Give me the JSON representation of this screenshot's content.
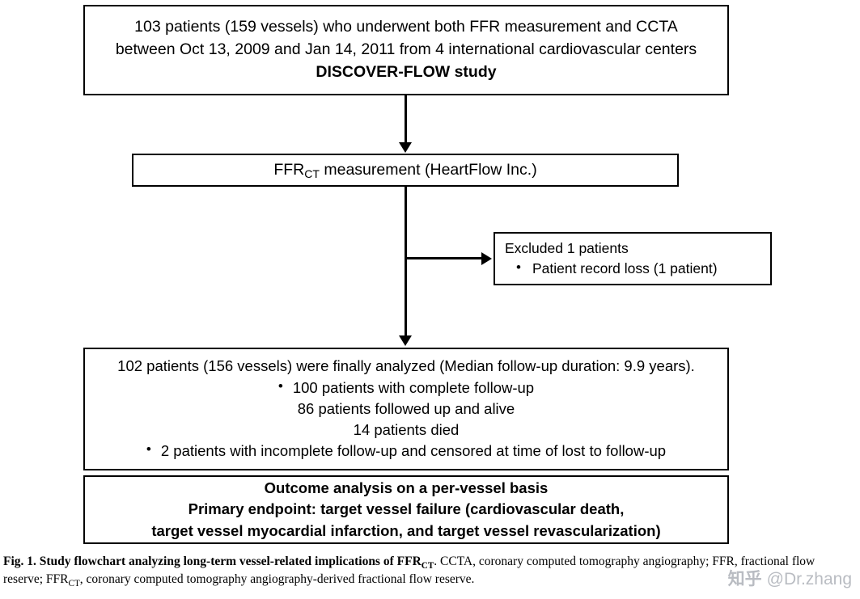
{
  "figure": {
    "box1": {
      "line1": "103 patients (159 vessels) who underwent both FFR measurement and CCTA",
      "line2": "between Oct 13, 2009 and Jan 14, 2011 from 4 international cardiovascular centers",
      "line3": "DISCOVER-FLOW study"
    },
    "box2": {
      "prefix": "FFR",
      "subscript": "CT",
      "suffix": " measurement (HeartFlow Inc.)"
    },
    "box3": {
      "title": "Excluded 1 patients",
      "bullet1": "Patient record loss (1 patient)",
      "bullet_glyph": "•"
    },
    "box4": {
      "title": "102 patients (156 vessels) were finally analyzed (Median follow-up duration: 9.9 years).",
      "bullet1": "100 patients with complete follow-up",
      "sub1": "86 patients followed up and alive",
      "sub2": "14 patients died",
      "bullet2": "2 patients with incomplete follow-up and censored at time of lost to follow-up",
      "bullet_glyph": "•"
    },
    "box5": {
      "line1": "Outcome analysis on a per-vessel basis",
      "line2": "Primary endpoint: target vessel failure (cardiovascular death,",
      "line3": "target vessel myocardial infarction, and target vessel revascularization)"
    }
  },
  "caption": {
    "bold_part": "Fig. 1. Study flowchart analyzing long-term vessel-related implications of FFR",
    "bold_sub": "CT",
    "rest_line1": ". CCTA, coronary computed tomography angiography; FFR, fractional flow",
    "line2_a": "reserve; FFR",
    "line2_sub": "CT",
    "line2_b": ", coronary computed tomography angiography-derived fractional flow reserve."
  },
  "watermark": {
    "logo": "知乎",
    "text": "@Dr.zhang"
  }
}
